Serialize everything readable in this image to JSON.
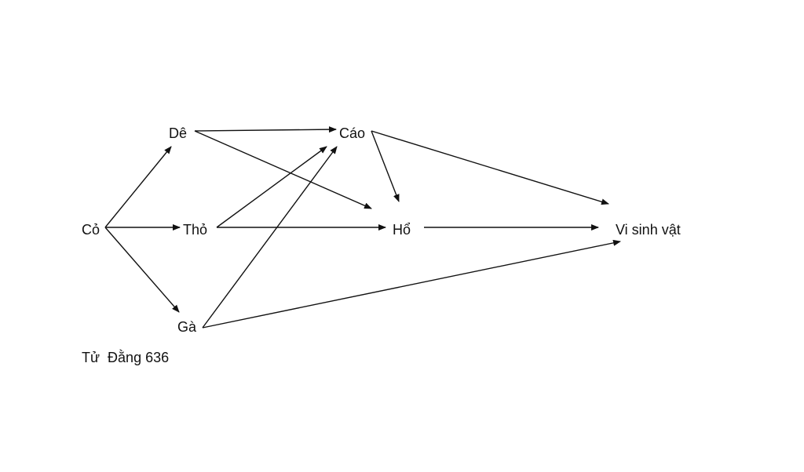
{
  "diagram": {
    "nodes": [
      {
        "id": "co",
        "label": "Cỏ"
      },
      {
        "id": "de",
        "label": "Dê"
      },
      {
        "id": "tho",
        "label": "Thỏ"
      },
      {
        "id": "ga",
        "label": "Gà"
      },
      {
        "id": "cao",
        "label": "Cáo"
      },
      {
        "id": "ho",
        "label": "Hổ"
      },
      {
        "id": "vsv",
        "label": "Vi sinh vật"
      }
    ],
    "edges": [
      {
        "from": "co",
        "to": "de"
      },
      {
        "from": "co",
        "to": "tho"
      },
      {
        "from": "co",
        "to": "ga"
      },
      {
        "from": "de",
        "to": "cao"
      },
      {
        "from": "de",
        "to": "ho"
      },
      {
        "from": "tho",
        "to": "cao"
      },
      {
        "from": "tho",
        "to": "ho"
      },
      {
        "from": "ga",
        "to": "cao"
      },
      {
        "from": "ga",
        "to": "vsv"
      },
      {
        "from": "cao",
        "to": "ho"
      },
      {
        "from": "cao",
        "to": "vsv"
      },
      {
        "from": "ho",
        "to": "vsv"
      }
    ],
    "caption": "Tử  Đằng 636",
    "colors": {
      "ink": "#111111",
      "background": "#ffffff"
    }
  }
}
